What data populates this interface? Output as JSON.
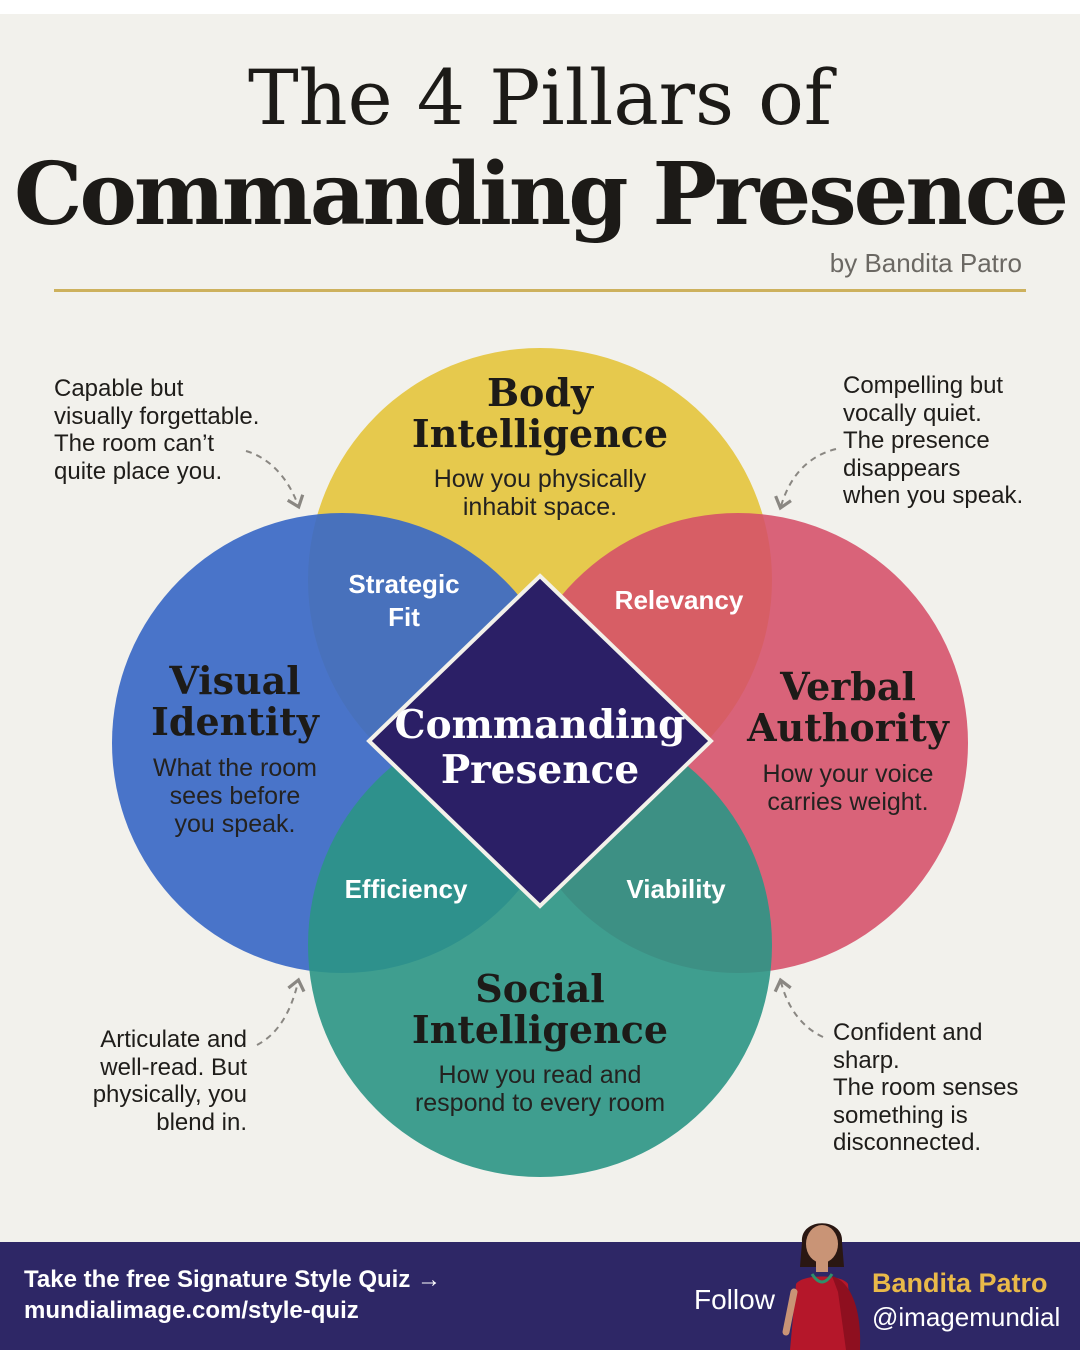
{
  "header": {
    "title_line1": "The 4 Pillars of",
    "title_line2": "Commanding Presence",
    "byline": "by Bandita Patro"
  },
  "diagram": {
    "colors": {
      "body": "#e5c53f",
      "visual": "#3b69c6",
      "verbal": "#d54f69",
      "social": "#2b9585",
      "center": "#2b1f66",
      "rule": "#cdb15d",
      "footer": "#2e2766"
    },
    "circles": {
      "body": {
        "title": "Body Intelligence",
        "title_line1": "Body",
        "title_line2": "Intelligence",
        "desc_line1": "How you physically",
        "desc_line2": "inhabit space."
      },
      "visual": {
        "title": "Visual Identity",
        "title_line1": "Visual",
        "title_line2": "Identity",
        "desc_line1": "What the room",
        "desc_line2": "sees before",
        "desc_line3": "you speak."
      },
      "verbal": {
        "title": "Verbal Authority",
        "title_line1": "Verbal",
        "title_line2": "Authority",
        "desc_line1": "How your voice",
        "desc_line2": "carries weight."
      },
      "social": {
        "title": "Social Intelligence",
        "title_line1": "Social",
        "title_line2": "Intelligence",
        "desc_line1": "How you read and",
        "desc_line2": "respond to every room"
      }
    },
    "overlaps": {
      "body_visual_line1": "Strategic",
      "body_visual_line2": "Fit",
      "body_verbal": "Relevancy",
      "visual_social": "Efficiency",
      "verbal_social": "Viability"
    },
    "center": {
      "line1": "Commanding",
      "line2": "Presence"
    },
    "notes": {
      "top_left": "Capable but\nvisually forgettable.\nThe room can’t\nquite place you.",
      "top_right": "Compelling but\nvocally quiet.\nThe presence\ndisappears\nwhen you speak.",
      "bottom_left": "Articulate and\nwell-read. But\nphysically, you\nblend in.",
      "bottom_right": "Confident and\nsharp.\nThe room senses\nsomething is\ndisconnected."
    }
  },
  "footer": {
    "cta_line1": "Take the free Signature Style Quiz →",
    "cta_line2": "mundialimage.com/style-quiz",
    "follow_label": "Follow",
    "name": "Bandita Patro",
    "handle": "@imagemundial"
  }
}
